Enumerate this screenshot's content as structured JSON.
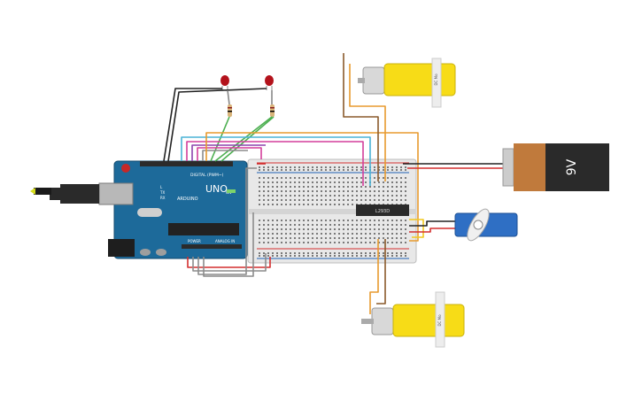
{
  "arduino": {
    "brand": "UNO",
    "logo_text": "ARDUINO",
    "digital_label": "DIGITAL (PWM~)",
    "power_label": "POWER",
    "analog_label": "ANALOG IN",
    "tx_label": "TX",
    "rx_label": "RX",
    "l_label": "L",
    "on_label": "ON",
    "colors": {
      "board": "#1d6a9a",
      "header": "#2b2b2b",
      "chip": "#222222"
    }
  },
  "driver_chip": {
    "label": "L293D"
  },
  "battery": {
    "label": "9V",
    "colors": {
      "body": "#2a2a2a",
      "label": "#c07a3c"
    }
  },
  "motor_top": {
    "label": "DC Mo"
  },
  "motor_bottom": {
    "label": "DC Mo"
  },
  "servo": {
    "colors": {
      "body": "#2f6fc4"
    }
  },
  "leds": {
    "color": "#b3121b",
    "count": 2
  },
  "wire_colors": {
    "red": "#d32f2f",
    "black": "#222222",
    "orange": "#e89a2e",
    "brown": "#8a5a2b",
    "green": "#4caf50",
    "blue": "#4ab3d6",
    "pink": "#d43f9b",
    "purple": "#8e44ad",
    "grey": "#8c8c8c",
    "yellow": "#f2c81e"
  }
}
